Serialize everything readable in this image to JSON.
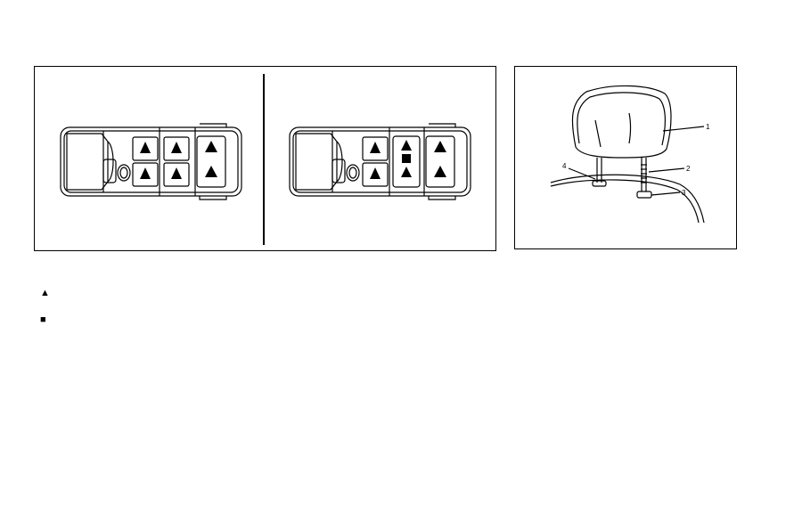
{
  "headrest_callouts": [
    "1",
    "2",
    "3",
    "4"
  ],
  "legend": [
    {
      "icon": "triangle-icon",
      "symbol": "▲"
    },
    {
      "icon": "square-icon",
      "symbol": "■"
    }
  ]
}
